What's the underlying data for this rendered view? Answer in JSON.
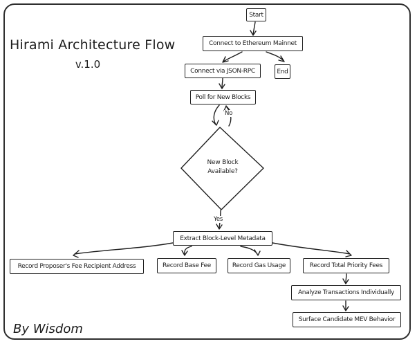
{
  "title": "Hirami Architecture Flow",
  "version": "v.1.0",
  "signature": "By Wisdom",
  "nodes": {
    "start": {
      "label": "Start"
    },
    "connect_mainnet": {
      "label": "Connect to Ethereum Mainnet"
    },
    "connect_jsonrpc": {
      "label": "Connect via JSON-RPC"
    },
    "end": {
      "label": "End"
    },
    "poll": {
      "label": "Poll for New Blocks"
    },
    "decision": {
      "line1": "New Block",
      "line2": "Available?"
    },
    "extract": {
      "label": "Extract Block-Level Metadata"
    },
    "record_proposer": {
      "label": "Record Proposer's Fee Recipient Address"
    },
    "record_base_fee": {
      "label": "Record Base Fee"
    },
    "record_gas": {
      "label": "Record Gas Usage"
    },
    "record_priority": {
      "label": "Record Total Priority Fees"
    },
    "analyze": {
      "label": "Analyze Transactions Individually"
    },
    "surface": {
      "label": "Surface Candidate MEV Behavior"
    }
  },
  "edge_labels": {
    "no": "No",
    "yes": "Yes"
  },
  "colors": {
    "stroke": "#1f1f1f",
    "frame": "#2e2e2e",
    "background": "#ffffff"
  }
}
